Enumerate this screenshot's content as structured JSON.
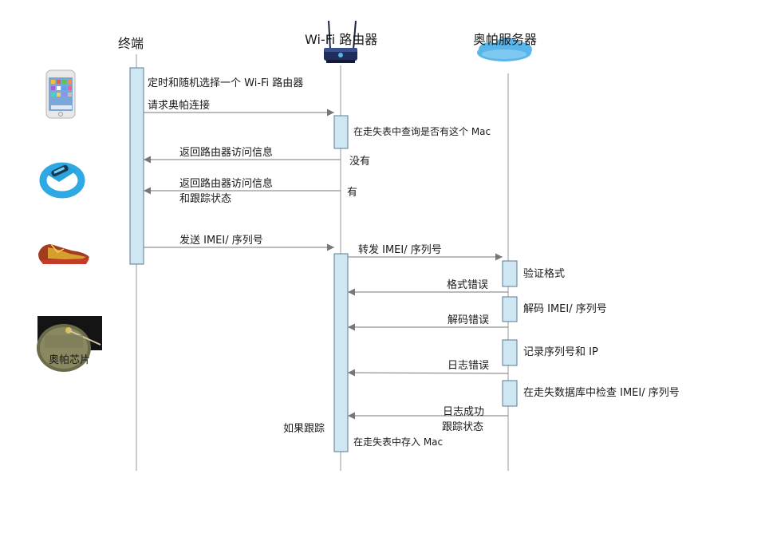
{
  "participants": {
    "terminal": "终端",
    "router": "Wi-Fi 路由器",
    "server": "奥帕服务器"
  },
  "devices": {
    "chip_label": "奥帕芯片"
  },
  "messages": {
    "m1": "定时和随机选择一个 Wi-Fi 路由器",
    "m2": "请求奥帕连接",
    "m3": "在走失表中查询是否有这个 Mac",
    "m4": "返回路由器访问信息",
    "m4_note": "没有",
    "m5_line1": "返回路由器访问信息",
    "m5_line2": "和跟踪状态",
    "m5_note": "有",
    "m6": "发送 IMEI/ 序列号",
    "m7": "转发 IMEI/ 序列号",
    "s1": "验证格式",
    "r1": "格式错误",
    "s2": "解码 IMEI/ 序列号",
    "r2": "解码错误",
    "s3": "记录序列号和 IP",
    "r3": "日志错误",
    "s4": "在走失数据库中检查 IMEI/ 序列号",
    "r4_line1": "日志成功",
    "r4_line2": "跟踪状态",
    "if_track": "如果跟踪",
    "store_mac": "在走失表中存入 Mac"
  },
  "colors": {
    "activation_fill": "#cfe6f3",
    "activation_stroke": "#5a7a90",
    "lifeline": "#9a9a9a",
    "arrow": "#777777",
    "cloud": "#5ab6ea"
  }
}
